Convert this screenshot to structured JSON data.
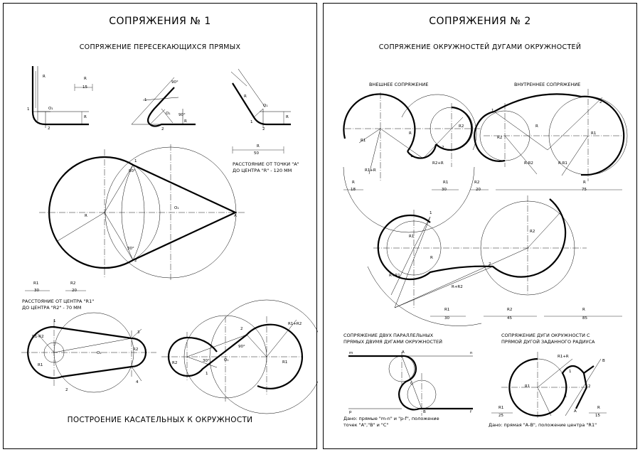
{
  "sheet1": {
    "title": "СОПРЯЖЕНИЯ № 1",
    "subtitle_top": "СОПРЯЖЕНИЕ ПЕРЕСЕКАЮЩИХСЯ ПРЯМЫХ",
    "subtitle_bottom": "ПОСТРОЕНИЕ КАСАТЕЛЬНЫХ К ОКРУЖНОСТИ",
    "note_distance_a_1": "РАССТОЯНИЕ ОТ ТОЧКИ \"А\"",
    "note_distance_a_2": "ДО ЦЕНТРА \"R\" - 120 ММ",
    "note_distance_r1_1": "РАССТОЯНИЕ ОТ ЦЕНТРА \"R1\"",
    "note_distance_r1_2": "ДО ЦЕНТРА \"R2\" - 70 ММ",
    "dim_r_label": "R",
    "dim_r_value": "50",
    "dim_r1_label": "R1",
    "dim_r1_value": "30",
    "dim_r2_label": "R2",
    "dim_r2_value": "20",
    "dim_small_r": "R",
    "dim_small_15": "15",
    "lbl_r": "R",
    "lbl_o1": "O₁",
    "lbl_a": "A",
    "lbl_1": "1",
    "lbl_2": "2",
    "lbl_3": "3",
    "lbl_4": "4",
    "lbl_90": "90°",
    "lbl_30": "30°",
    "lbl_r1": "R1",
    "lbl_r2": "R2",
    "lbl_r1r2": "R1+R2",
    "lbl_r1mr2": "R1-R2"
  },
  "sheet2": {
    "title": "СОПРЯЖЕНИЯ № 2",
    "subtitle_top": "СОПРЯЖЕНИЕ ОКРУЖНОСТЕЙ ДУГАМИ ОКРУЖНОСТЕЙ",
    "label_external": "ВНЕШНЕЕ СОПРЯЖЕНИЕ",
    "label_internal": "ВНУТРЕННЕЕ СОПРЯЖЕНИЕ",
    "label_parallel_1": "СОПРЯЖЕНИЕ ДВУХ ПАРАЛЛЕЛЬНЫХ",
    "label_parallel_2": "ПРЯМЫХ ДВУМЯ ДУГАМИ ОКРУЖНОСТЕЙ",
    "label_arcline_1": "СОПРЯЖЕНИЕ ДУГИ ОКРУЖНОСТИ С",
    "label_arcline_2": "ПРЯМОЙ ДУГОЙ ЗАДАННОГО РАДИУСА",
    "note_parallel_1": "Дано: прямые \"m-n\" и \"p-f\", положение",
    "note_parallel_2": "точек \"А\",\"В\" и \"С\"",
    "note_arcline": "Дано: прямая \"А-В\", положение центра \"R1\"",
    "dims_external": [
      {
        "label": "R",
        "value": "18"
      },
      {
        "label": "R1",
        "value": "30"
      },
      {
        "label": "R2",
        "value": "20"
      }
    ],
    "dims_internal": [
      {
        "label": "R",
        "value": "75"
      }
    ],
    "dims_middle": [
      {
        "label": "R1",
        "value": "30"
      },
      {
        "label": "R2",
        "value": "45"
      },
      {
        "label": "R",
        "value": "85"
      }
    ],
    "dims_arcline": [
      {
        "label": "R1",
        "value": "25"
      },
      {
        "label": "R",
        "value": "15"
      }
    ],
    "lbl_m": "m",
    "lbl_n": "n",
    "lbl_p": "p",
    "lbl_f": "f",
    "lbl_a": "A",
    "lbl_b": "B",
    "lbl_c": "C",
    "lbl_1": "1",
    "lbl_2": "2",
    "lbl_r": "R",
    "lbl_r1": "R1",
    "lbl_r2": "R2",
    "lbl_r1r": "R1+R",
    "lbl_r2r": "R2+R",
    "lbl_rmr1": "R-R1",
    "lbl_rmr2": "R-R2",
    "lbl_rmr1b": "R+R1",
    "lbl_r1r2": "R+R2"
  }
}
